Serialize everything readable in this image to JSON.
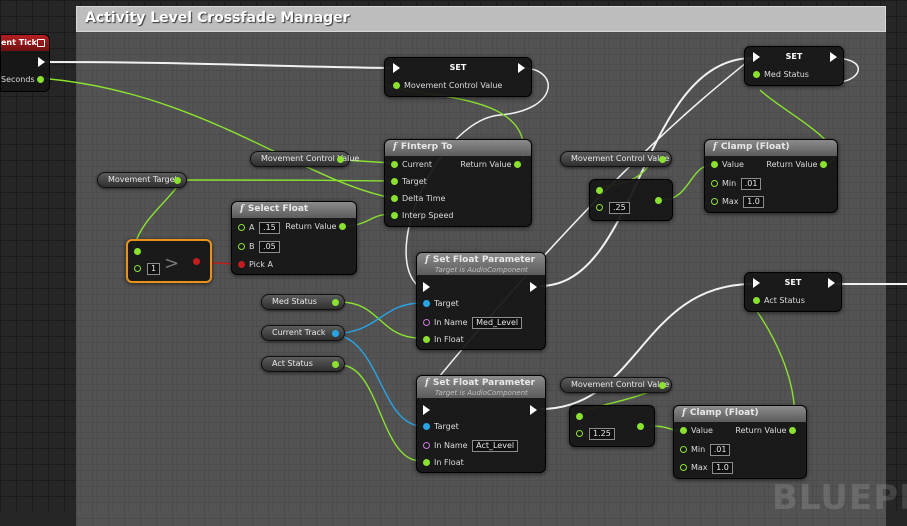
{
  "comment": {
    "title": "Activity Level Crossfade Manager"
  },
  "event": {
    "title": "ent Tick",
    "pin_seconds": "Seconds"
  },
  "set_movement": {
    "title": "SET",
    "pin": "Movement Control Value"
  },
  "set_med": {
    "title": "SET",
    "pin": "Med Status"
  },
  "set_act": {
    "title": "SET",
    "pin": "Act Status"
  },
  "finterp": {
    "title": "FInterp To",
    "current": "Current",
    "target": "Target",
    "delta_time": "Delta Time",
    "interp_speed": "Interp Speed",
    "return": "Return Value"
  },
  "select_float": {
    "title": "Select Float",
    "a_label": "A",
    "a_value": ".15",
    "b_label": "B",
    "b_value": ".05",
    "pick": "Pick A",
    "return": "Return Value"
  },
  "clamp1": {
    "title": "Clamp (Float)",
    "value": "Value",
    "return": "Return Value",
    "min_label": "Min",
    "min_value": ".01",
    "max_label": "Max",
    "max_value": "1.0"
  },
  "clamp2": {
    "title": "Clamp (Float)",
    "value": "Value",
    "return": "Return Value",
    "min_label": "Min",
    "min_value": ".01",
    "max_label": "Max",
    "max_value": "1.0"
  },
  "sfp1": {
    "title": "Set Float Parameter",
    "subtitle": "Target is AudioComponent",
    "target": "Target",
    "in_name": "In Name",
    "in_name_value": "Med_Level",
    "in_float": "In Float"
  },
  "sfp2": {
    "title": "Set Float Parameter",
    "subtitle": "Target is AudioComponent",
    "target": "Target",
    "in_name": "In Name",
    "in_name_value": "Act_Level",
    "in_float": "In Float"
  },
  "getters": {
    "movement_control_1": "Movement Control Value",
    "movement_target": "Movement Target",
    "movement_control_2": "Movement Control Value",
    "movement_control_3": "Movement Control Value",
    "med_status": "Med Status",
    "current_track": "Current Track",
    "act_status": "Act Status"
  },
  "mult1": {
    "value": ".25"
  },
  "mult2": {
    "value": "1.25"
  },
  "compare": {
    "value": "1"
  },
  "watermark": "BLUEPR",
  "colors": {
    "float_pin": "#8ae22f",
    "object_pin": "#27a4e6",
    "name_pin": "#c97cd8",
    "bool_pin": "#c21e1e",
    "event_header": "#b52020",
    "selection": "#e8921a"
  }
}
